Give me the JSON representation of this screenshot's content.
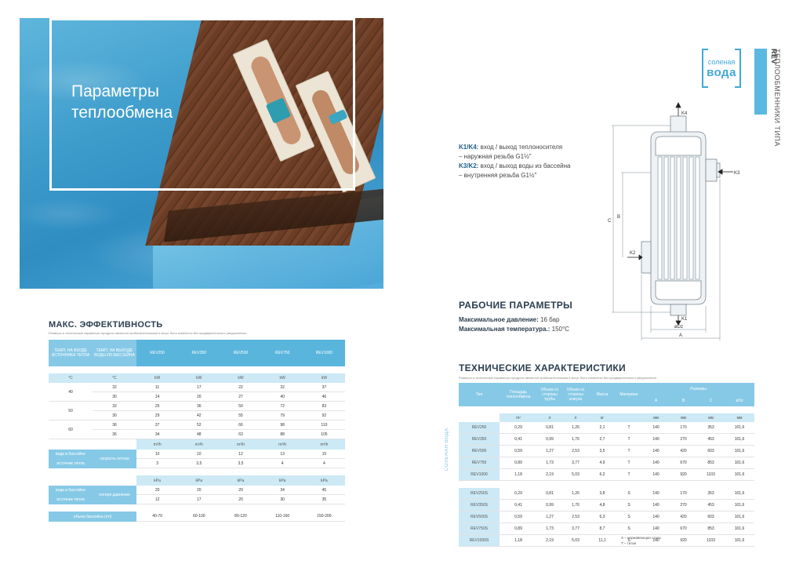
{
  "hero": {
    "title_line1": "Параметры",
    "title_line2": "теплообмена"
  },
  "logo": {
    "line1": "соленая",
    "line2": "вода"
  },
  "side": {
    "prefix": "ТЕПЛООБМЕННИКИ ТИПА ",
    "model": "REV"
  },
  "ports": {
    "k1k4_label": "K1/K4:",
    "k1k4_text": " вход / выход теплоносителя",
    "k1k4_sub": "– наружная резьба G1½\"",
    "k3k2_label": "K3/K2:",
    "k3k2_text": " вход / выход воды из бассейна",
    "k3k2_sub": "– внутренняя резьба G1½\""
  },
  "diagram": {
    "k4": "K4",
    "k3": "K3",
    "k2": "K2",
    "k1": "K1",
    "c": "C",
    "b": "B",
    "dz": "øDz",
    "a": "A"
  },
  "work": {
    "title": "РАБОЧИЕ ПАРАМЕТРЫ",
    "pressure_label": "Максимальное давление:",
    "pressure_value": " 16 бар",
    "temp_label": "Максимальная температура.:",
    "temp_value": " 150°С"
  },
  "efficiency": {
    "title": "МАКС.  ЭФФЕКТИВНОСТЬ",
    "note": "Размеры и технические параметры продукта являются приблизительными и могут быть изменены без предварительного уведомления.",
    "header": [
      "ТЕМП. НА ВХОДЕ ИСТОЧНИКА ТЕПЛА",
      "ТЕМП. НА ВЫХОДЕ ВОДЫ ИЗ БАССЕЙНА",
      "REV250",
      "REV350",
      "REV500",
      "REV750",
      "REV1000"
    ],
    "units": [
      "°С",
      "°С",
      "kW",
      "kW",
      "kW",
      "kW",
      "kW"
    ],
    "groups": [
      {
        "source_temp": "40",
        "rows": [
          [
            "32",
            "11",
            "17",
            "22",
            "32",
            "37"
          ],
          [
            "30",
            "14",
            "20",
            "27",
            "40",
            "46"
          ]
        ]
      },
      {
        "source_temp": "50",
        "rows": [
          [
            "32",
            "25",
            "36",
            "50",
            "72",
            "83"
          ],
          [
            "30",
            "29",
            "42",
            "55",
            "79",
            "92"
          ]
        ]
      },
      {
        "source_temp": "60",
        "rows": [
          [
            "36",
            "37",
            "52",
            "66",
            "98",
            "110"
          ],
          [
            "36",
            "34",
            "48",
            "63",
            "88",
            "105"
          ]
        ]
      }
    ],
    "flow_units": [
      "m³/h",
      "m³/h",
      "m³/h",
      "m³/h",
      "m³/h"
    ],
    "flow_label": "скорость потока",
    "flow_rows": [
      {
        "label": "вода в бассейне",
        "values": [
          "10",
          "10",
          "12",
          "13",
          "15"
        ]
      },
      {
        "label": "источник тепла",
        "values": [
          "3",
          "3,5",
          "3,5",
          "4",
          "4"
        ]
      }
    ],
    "pressure_units": [
      "kPa",
      "kPa",
      "kPa",
      "kPa",
      "kPa"
    ],
    "pressure_label": "потеря давления",
    "pressure_rows": [
      {
        "label": "вода в бассейне",
        "values": [
          "20",
          "20",
          "29",
          "34",
          "45"
        ]
      },
      {
        "label": "источник тепла",
        "values": [
          "12",
          "17",
          "20",
          "30",
          "35"
        ]
      }
    ],
    "volume_label": "объем бассейна (m³)",
    "volume_values": [
      "40-70",
      "60-100",
      "80-120",
      "110-160",
      "150-200"
    ]
  },
  "tech": {
    "title": "ТЕХНИЧЕСКИЕ ХАРАКТЕРИСТИКИ",
    "note": "Размеры и технические параметры продукта являются приблизительными и могут быть изменены без предварительного уведомления.",
    "header": [
      "Тип",
      "Площадь теплообмена",
      "Объем со стороны трубы",
      "Объем со стороны кожуха",
      "Масса",
      "Материал"
    ],
    "dims_label": "Размеры",
    "dims": [
      "A",
      "B",
      "C",
      "øDz"
    ],
    "units": [
      "m²",
      "л",
      "л",
      "кг",
      "",
      "мм",
      "мм",
      "мм",
      "мм"
    ],
    "rows_t": [
      [
        "REV250",
        "0,29",
        "0,81",
        "1,26",
        "2,1",
        "T",
        "140",
        "170",
        "353",
        "101,6"
      ],
      [
        "REV350",
        "0,41",
        "0,99",
        "1,76",
        "2,7",
        "T",
        "140",
        "270",
        "453",
        "101,6"
      ],
      [
        "REV500",
        "0,59",
        "1,27",
        "2,53",
        "3,5",
        "T",
        "140",
        "420",
        "603",
        "101,6"
      ],
      [
        "REV750",
        "0,89",
        "1,73",
        "3,77",
        "4,9",
        "T",
        "140",
        "670",
        "853",
        "101,6"
      ],
      [
        "REV1000",
        "1,18",
        "2,19",
        "5,03",
        "6,2",
        "T",
        "140",
        "920",
        "1103",
        "101,6"
      ]
    ],
    "rows_s": [
      [
        "REV250S",
        "0,29",
        "0,81",
        "1,26",
        "3,8",
        "S",
        "140",
        "170",
        "353",
        "101,6"
      ],
      [
        "REV350S",
        "0,41",
        "0,99",
        "1,76",
        "4,8",
        "S",
        "140",
        "270",
        "453",
        "101,6"
      ],
      [
        "REV500S",
        "0,59",
        "1,27",
        "2,53",
        "6,3",
        "S",
        "140",
        "420",
        "603",
        "101,6"
      ],
      [
        "REV750S",
        "0,89",
        "1,73",
        "3,77",
        "8,7",
        "S",
        "140",
        "670",
        "853",
        "101,6"
      ],
      [
        "REV1000S",
        "1,18",
        "2,19",
        "5,03",
        "11,1",
        "S",
        "140",
        "920",
        "1103",
        "101,6"
      ]
    ],
    "side_label": "СОЛЕНАЯ ВОДА",
    "legend_s": "S – нержавеющая сталь",
    "legend_t": "T – титан"
  }
}
